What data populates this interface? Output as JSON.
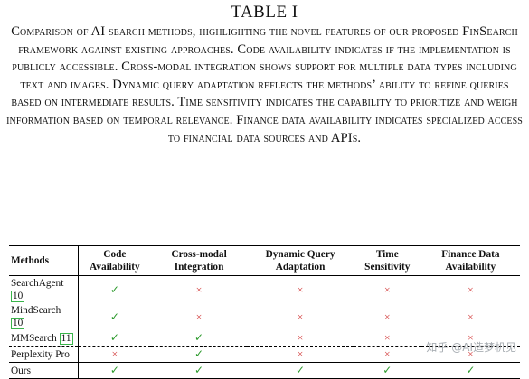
{
  "table": {
    "label": "TABLE I",
    "caption": "Comparison of AI search methods, highlighting the novel features of our proposed FinSearch framework against existing approaches. Code availability indicates if the implementation is publicly accessible. Cross-modal integration shows support for multiple data types including text and images. Dynamic query adaptation reflects the methods’ ability to refine queries based on intermediate results. Time sensitivity indicates the capability to prioritize and weigh information based on temporal relevance. Finance data availability indicates specialized access to financial data sources and APIs.",
    "headers": [
      "Methods",
      "Code Availability",
      "Cross-modal Integration",
      "Dynamic Query Adaptation",
      "Time Sensitivity",
      "Finance Data Availability"
    ],
    "rows": [
      {
        "method": "SearchAgent",
        "ref": "10",
        "values": [
          "✓",
          "×",
          "×",
          "×",
          "×"
        ]
      },
      {
        "method": "MindSearch",
        "ref": "10",
        "values": [
          "✓",
          "×",
          "×",
          "×",
          "×"
        ]
      },
      {
        "method": "MMSearch",
        "ref": "11",
        "values": [
          "✓",
          "✓",
          "×",
          "×",
          "×"
        ]
      },
      {
        "method": "Perplexity Pro",
        "ref": "",
        "values": [
          "×",
          "✓",
          "×",
          "×",
          "×"
        ]
      },
      {
        "method": "Ours",
        "ref": "",
        "values": [
          "✓",
          "✓",
          "✓",
          "✓",
          "✓"
        ]
      }
    ]
  },
  "watermark": "知乎 @AI造梦机见",
  "colors": {
    "check": "#2c9a2c",
    "cross": "#d23a3a",
    "ref_box": "#39b54a"
  }
}
